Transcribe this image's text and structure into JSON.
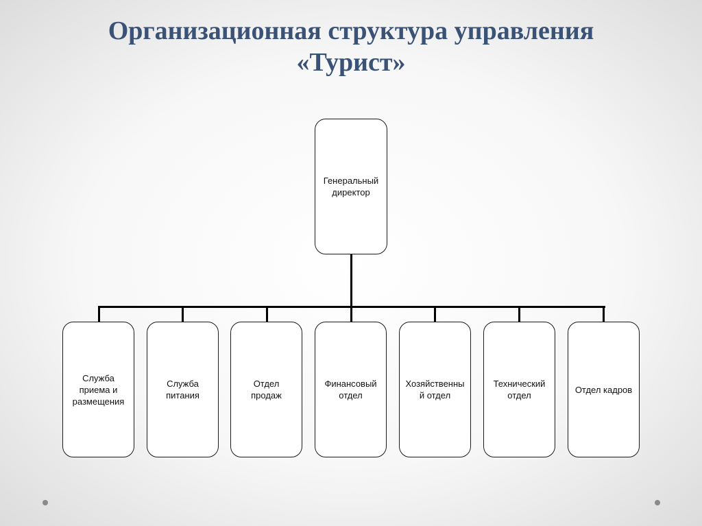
{
  "title": {
    "line1": "Организационная структура управления",
    "line2": "«Турист»"
  },
  "diagram": {
    "root": "Генеральный\nдиректор",
    "departments": [
      "Служба\nприема и\nразмещения",
      "Служба\nпитания",
      "Отдел\nпродаж",
      "Финансовый\nотдел",
      "Хозяйственны\nй отдел",
      "Технический\nотдел",
      "Отдел кадров"
    ]
  }
}
